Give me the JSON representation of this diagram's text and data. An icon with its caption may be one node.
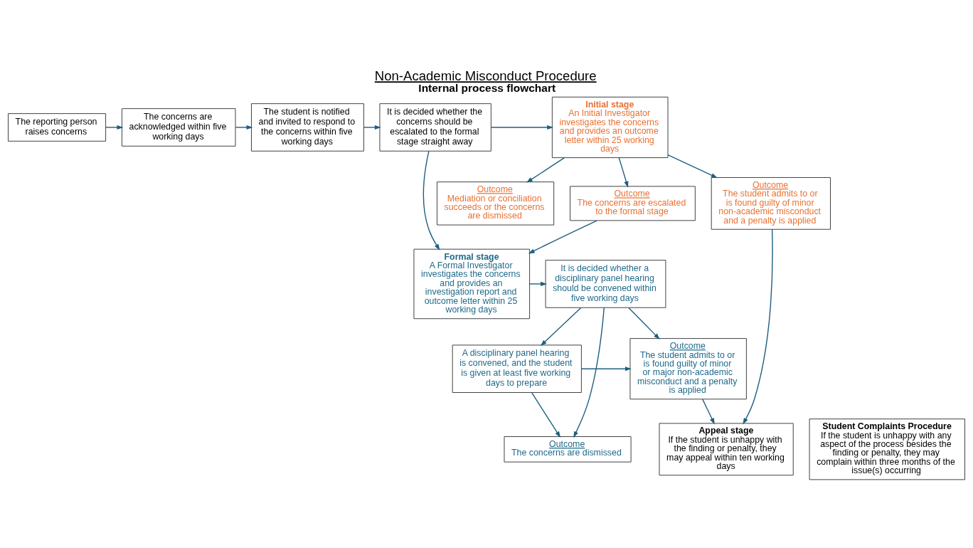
{
  "diagram": {
    "title": "Non-Academic Misconduct Procedure",
    "caption": "Internal process flowchart",
    "nodes": [
      {
        "text": [
          "The reporting person raises concerns"
        ]
      },
      {
        "text": [
          "The concerns are acknowledged within five working days"
        ]
      },
      {
        "text": [
          "The student is notified and invited to respond to the concerns within five working days"
        ]
      },
      {
        "text": [
          "It is decided whether the concerns should be escalated to the formal stage straight away"
        ]
      },
      {
        "text": [
          "Outcome",
          "The student admits to or is found guilty of minor non-academic misconduct and a penalty is applied"
        ]
      },
      {
        "text": [
          "Outcome",
          "Mediation or conciliation succeeds or the concerns are dismissed"
        ]
      },
      {
        "text": [
          "Outcome",
          "The concerns are escalated to the formal stage"
        ]
      },
      {
        "text": [
          "Initial stage",
          "An Initial Investigator investigates the concerns and provides an outcome letter within 25 working days"
        ]
      },
      {
        "text": [
          "Outcome",
          "The student admits to or is found guilty of minor or major non-academic misconduct and a penalty is applied"
        ]
      },
      {
        "text": [
          "A disciplinary panel hearing is convened, and the student is given at least five working days to prepare"
        ]
      },
      {
        "text": [
          "It is decided whether a disciplinary panel hearing should be convened within five working days"
        ]
      },
      {
        "text": [
          "Formal stage",
          "A Formal Investigator investigates the concerns and provides an investigation report and outcome letter within 25 working days"
        ]
      },
      {
        "text": [
          "Appeal stage",
          "If the student is unhappy with the finding or penalty, they may appeal within ten working days"
        ]
      },
      {
        "text": [
          "Outcome",
          "The concerns are dismissed"
        ]
      },
      {
        "text": [
          "Student Complaints Procedure",
          "If the student is unhappy with any aspect of the process besides the finding or penalty, they may complain within three months of the issue(s) occurring"
        ]
      }
    ],
    "edges": [
      {
        "from": 0,
        "to": 1,
        "arrow": "to"
      },
      {
        "from": 1,
        "to": 2,
        "arrow": "to"
      },
      {
        "from": 2,
        "to": 3,
        "arrow": "to"
      },
      {
        "from": 3,
        "to": 7,
        "arrow": "to"
      },
      {
        "from": 3,
        "to": 11,
        "arrow": "to"
      },
      {
        "from": 7,
        "to": 4,
        "arrow": "to"
      },
      {
        "from": 7,
        "to": 5,
        "arrow": "to"
      },
      {
        "from": 7,
        "to": 6,
        "arrow": "to"
      },
      {
        "from": 6,
        "to": 11,
        "arrow": "to"
      },
      {
        "from": 11,
        "to": 10,
        "arrow": "to"
      },
      {
        "from": 10,
        "to": 8,
        "arrow": "to"
      },
      {
        "from": 10,
        "to": 9,
        "arrow": "to"
      },
      {
        "from": 10,
        "to": 13,
        "arrow": "to"
      },
      {
        "from": 9,
        "to": 8,
        "arrow": "to"
      },
      {
        "from": 9,
        "to": 13,
        "arrow": "to"
      },
      {
        "from": 8,
        "to": 12,
        "arrow": "to"
      },
      {
        "from": 4,
        "to": 12,
        "arrow": "to"
      }
    ]
  }
}
